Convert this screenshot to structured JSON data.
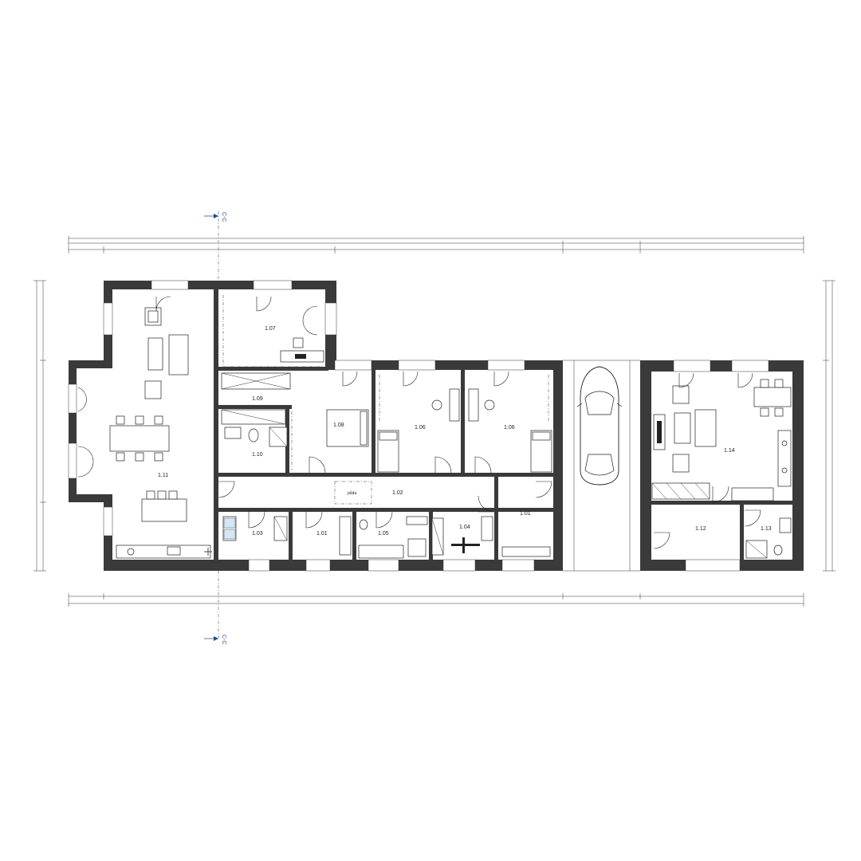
{
  "section_marker": "C-C",
  "rooms": {
    "r107": "1.07",
    "r109": "1.09",
    "r108": "1.08",
    "r106a": "1.06",
    "r106b": "1.06",
    "r110": "1.10",
    "r111": "1.11",
    "r102": "1.02",
    "r103": "1.03",
    "r101a": "1.01",
    "r105": "1.05",
    "r104": "1.04",
    "r101b": "1.01",
    "r114": "1.14",
    "r112": "1.12",
    "r113": "1.13"
  },
  "labels": {
    "pude": "půda"
  }
}
